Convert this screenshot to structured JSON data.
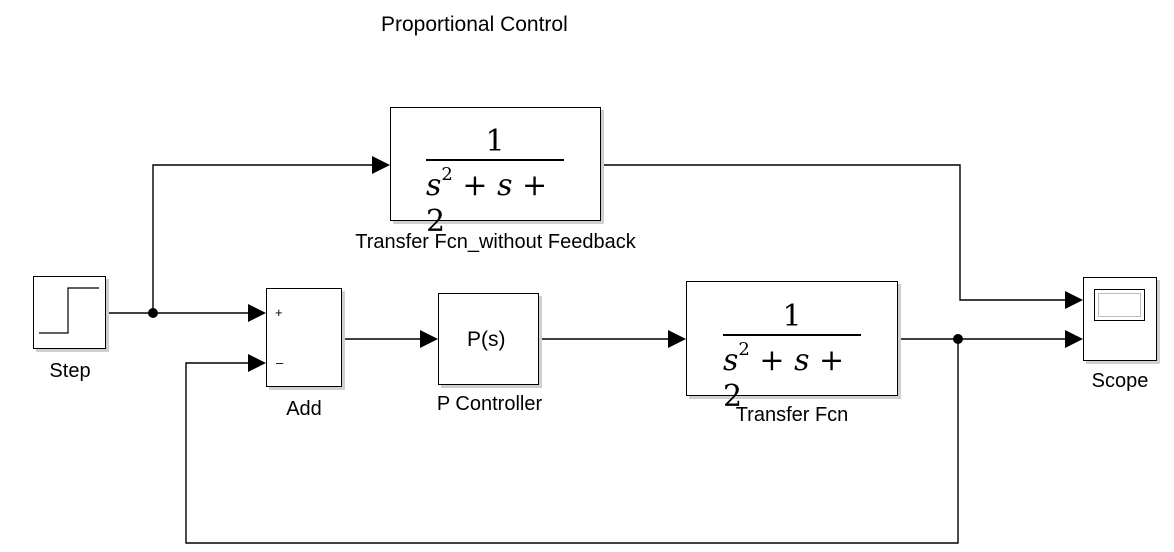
{
  "diagram": {
    "title": "Proportional Control",
    "blocks": {
      "step": {
        "label": "Step"
      },
      "add": {
        "label": "Add",
        "plus": "+",
        "minus": "–"
      },
      "p_controller": {
        "label": "P Controller",
        "text": "P(s)"
      },
      "tf_no_fb": {
        "label": "Transfer Fcn_without Feedback",
        "numerator": "1",
        "denominator": "s^2 + s + 2"
      },
      "tf": {
        "label": "Transfer Fcn",
        "numerator": "1",
        "denominator": "s^2 + s + 2"
      },
      "scope": {
        "label": "Scope"
      }
    },
    "tf_parts": {
      "s": "s",
      "sq": "2",
      "plus1": " + ",
      "plus2": " + ",
      "const": "2"
    }
  }
}
